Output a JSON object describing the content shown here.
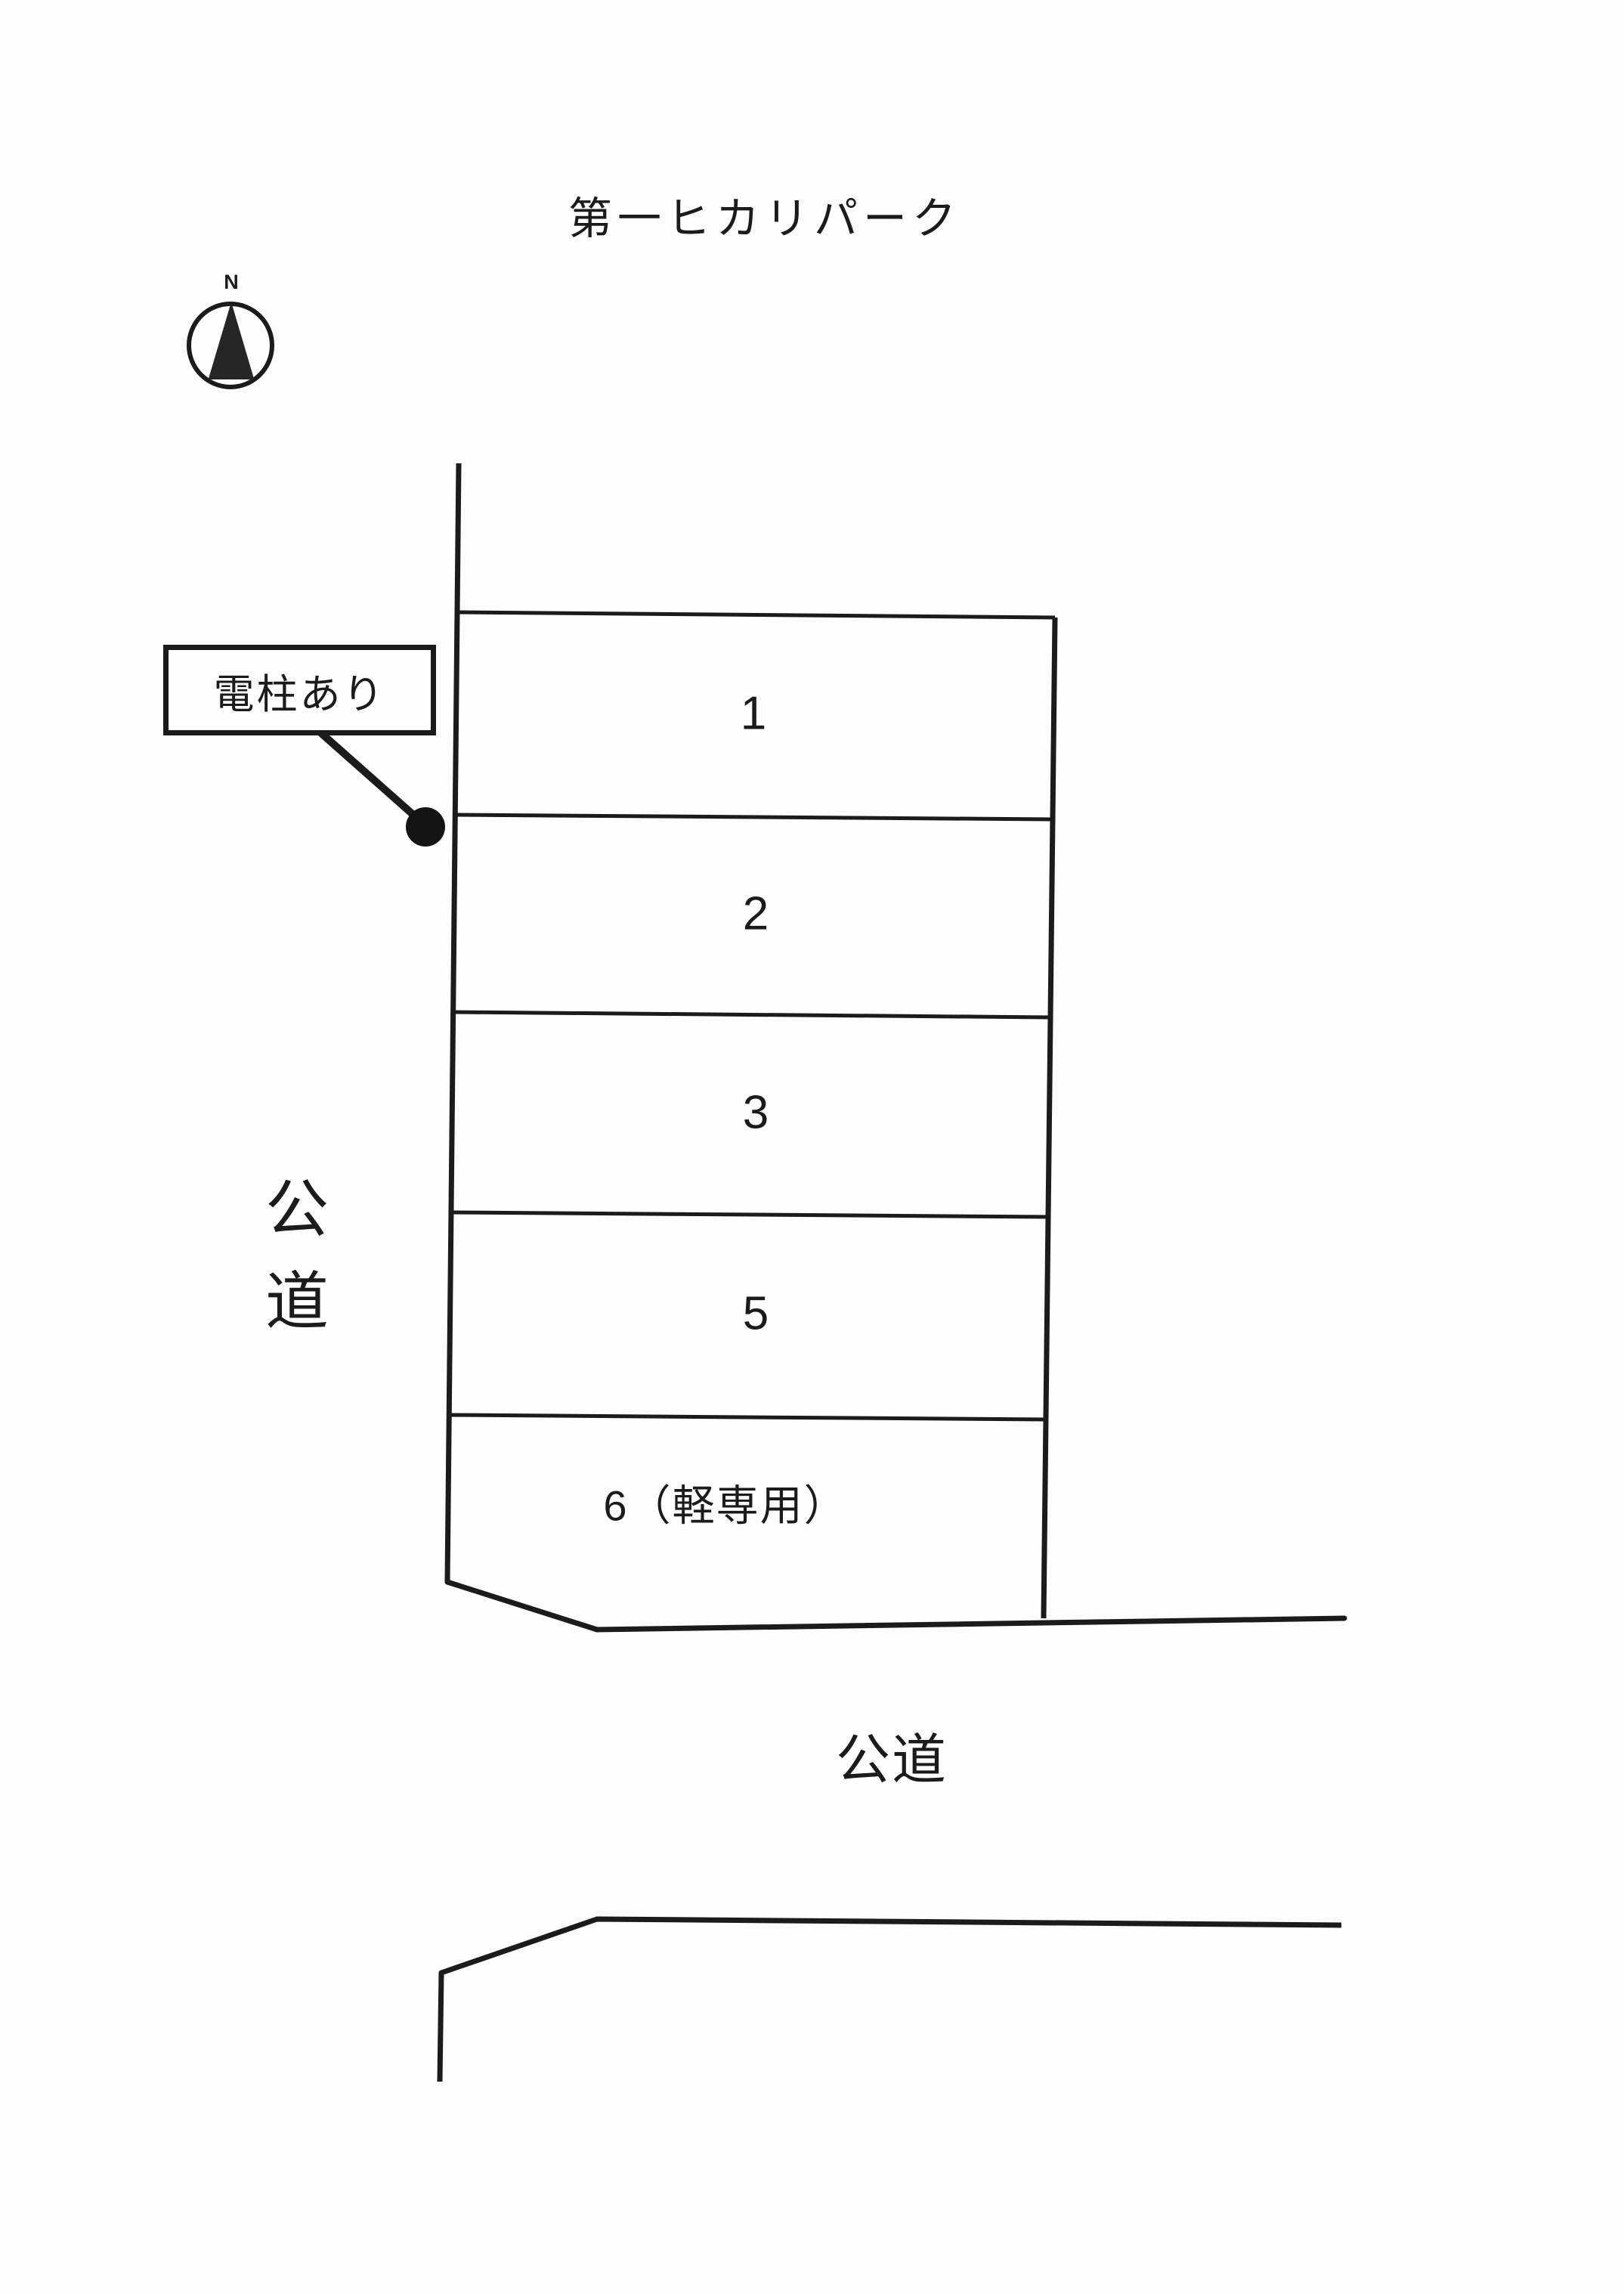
{
  "page": {
    "title": "第一ヒカリパーク"
  },
  "compass": {
    "label": "N"
  },
  "annotations": {
    "pole_note": "電柱あり"
  },
  "spaces": [
    {
      "id": "1",
      "label": "1"
    },
    {
      "id": "2",
      "label": "2"
    },
    {
      "id": "3",
      "label": "3"
    },
    {
      "id": "5",
      "label": "5"
    },
    {
      "id": "6",
      "label": "6（軽専用）"
    }
  ],
  "roads": {
    "left": {
      "label": "公道",
      "chars": [
        "公",
        "道"
      ]
    },
    "bottom": {
      "label": "公道"
    }
  },
  "colors": {
    "ink": "#1b1b1b",
    "paper": "#fdfdfc"
  }
}
